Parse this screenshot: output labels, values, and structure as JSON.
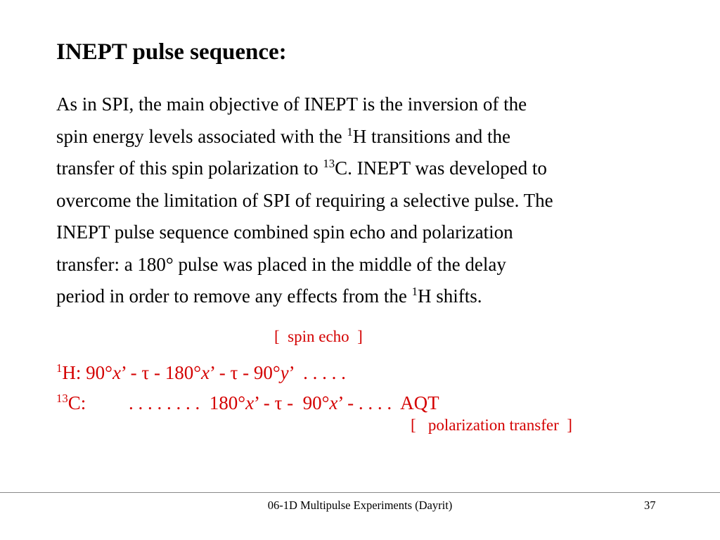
{
  "slide": {
    "title": "INEPT pulse sequence:",
    "body": {
      "l1": "As in SPI, the main objective of INEPT is the inversion of the",
      "l2a": "spin energy levels associated with the ",
      "l2sup": "1",
      "l2b": "H transitions and the",
      "l3a": "transfer of this spin polarization to ",
      "l3sup": "13",
      "l3b": "C. INEPT was developed to",
      "l4": "overcome the limitation of SPI of requiring a selective pulse. The",
      "l5": "INEPT pulse sequence combined spin echo and polarization",
      "l6": "transfer: a 180° pulse was placed in the middle of the delay",
      "l7a": "period in order to remove any effects from the ",
      "l7sup": "1",
      "l7b": "H shifts."
    },
    "spin_echo_label": "[  spin echo  ]",
    "sequence_h": {
      "sup": "1",
      "p1": "H: 90°",
      "x1": "x",
      "p2": "’ - τ - 180°",
      "x2": "x",
      "p3": "’ - τ - 90°",
      "y1": "y",
      "p4": "’  . . . . ."
    },
    "sequence_c": {
      "sup": "13",
      "label": "C:",
      "p1": ". . . . . . . .  180°",
      "x1": "x",
      "p2": "’ - τ -  90°",
      "x2": "x",
      "p3": "’ - . . . .  AQT"
    },
    "polarization_label": "[   polarization transfer  ]",
    "footer": {
      "center": "06-1D Multipulse Experiments (Dayrit)",
      "page_number": "37"
    },
    "colors": {
      "text": "#000000",
      "annotation_red": "#d40000",
      "footer_rule": "#8a8a8a"
    }
  }
}
